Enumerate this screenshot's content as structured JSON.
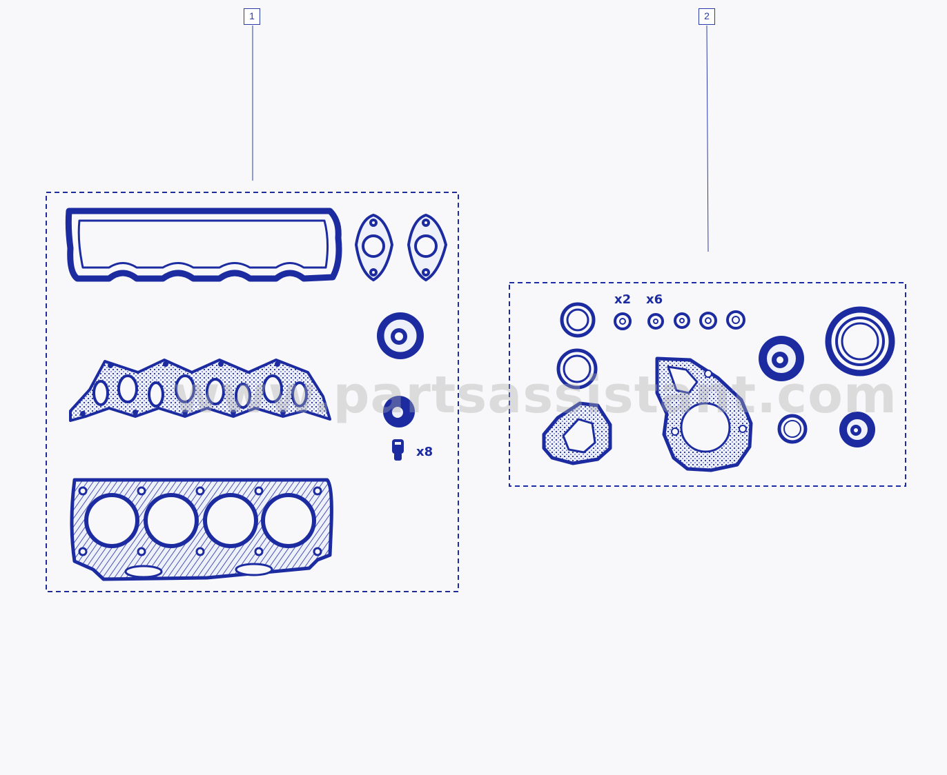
{
  "callouts": [
    {
      "label": "1"
    },
    {
      "label": "2"
    }
  ],
  "quantities": {
    "valve_stem_seals": "x8",
    "small_seals_a": "x2",
    "small_seals_b": "x6"
  },
  "watermark": "www.partsassistant.com",
  "colors": {
    "ink": "#1c2ca0",
    "callout": "#2a3aa8",
    "background": "#f8f8fa"
  }
}
